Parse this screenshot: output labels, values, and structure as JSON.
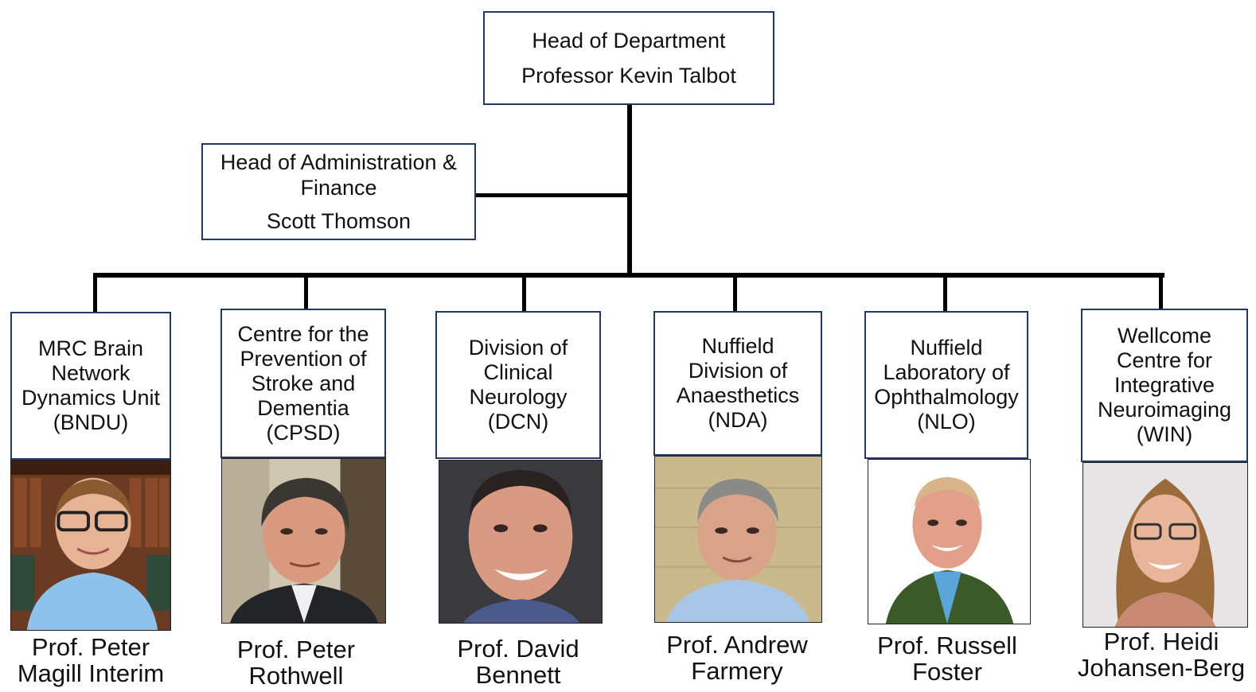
{
  "head": {
    "title": "Head of Department",
    "name": "Professor Kevin Talbot"
  },
  "admin": {
    "title_line1": "Head of Administration &",
    "title_line2": "Finance",
    "name": "Scott Thomson"
  },
  "units": [
    {
      "lines": [
        "MRC Brain",
        "Network",
        "Dynamics Unit",
        "(BNDU)"
      ],
      "caption": [
        "Prof. Peter",
        "Magill Interim"
      ]
    },
    {
      "lines": [
        "Centre for the",
        "Prevention of",
        "Stroke and",
        "Dementia",
        "(CPSD)"
      ],
      "caption": [
        "Prof. Peter",
        "Rothwell"
      ]
    },
    {
      "lines": [
        "Division of",
        "Clinical",
        "Neurology",
        "(DCN)"
      ],
      "caption": [
        "Prof. David",
        "Bennett"
      ]
    },
    {
      "lines": [
        "Nuffield",
        "Division of",
        "Anaesthetics",
        "(NDA)"
      ],
      "caption": [
        "Prof. Andrew",
        "Farmery"
      ]
    },
    {
      "lines": [
        "Nuffield",
        "Laboratory of",
        "Ophthalmology",
        "(NLO)"
      ],
      "caption": [
        "Prof. Russell",
        "Foster"
      ]
    },
    {
      "lines": [
        "Wellcome",
        "Centre for",
        "Integrative",
        "Neuroimaging",
        "(WIN)"
      ],
      "caption": [
        "Prof. Heidi",
        "Johansen-Berg"
      ]
    }
  ],
  "colors": {
    "box_border": "#1f3864",
    "connector": "#000000"
  }
}
